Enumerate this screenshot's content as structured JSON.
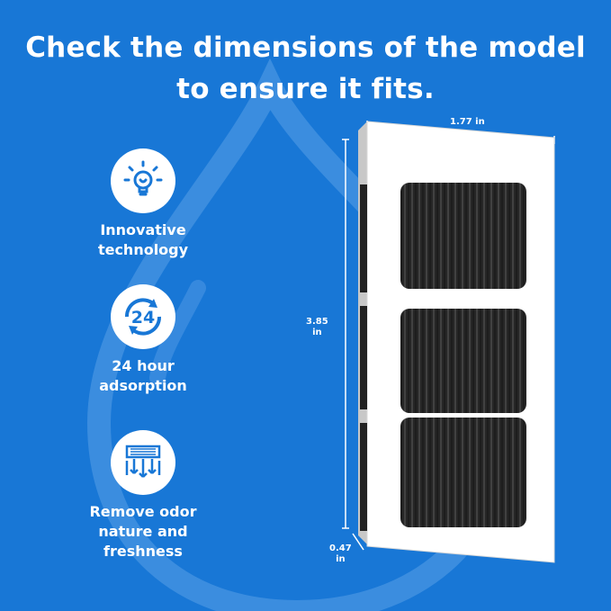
{
  "headline": {
    "line1": "Check the dimensions of the model",
    "line2": "to ensure it fits."
  },
  "features": [
    {
      "icon": "lightbulb-icon",
      "label": "Innovative\ntechnology"
    },
    {
      "icon": "24-hour-cycle-icon",
      "label": "24 hour\nadsorption",
      "icon_text": "24"
    },
    {
      "icon": "air-filter-icon",
      "label": "Remove odor\nnature and freshness"
    }
  ],
  "dimensions": {
    "width": "1.77 in",
    "height": "3.85\nin",
    "depth": "0.47\nin"
  },
  "colors": {
    "background": "#1877d6",
    "icon_blue": "#1877d6",
    "filter_frame": "#ffffff",
    "filter_media": "#262626"
  }
}
